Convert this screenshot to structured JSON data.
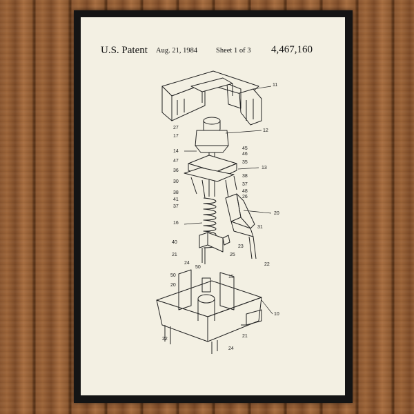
{
  "header": {
    "patent_label": "U.S. Patent",
    "date": "Aug. 21, 1984",
    "sheet": "Sheet 1 of 3",
    "patent_number": "4,467,160"
  },
  "ref_numbers": [
    "11",
    "27",
    "17",
    "12",
    "14",
    "45",
    "46",
    "47",
    "35",
    "36",
    "13",
    "38",
    "30",
    "37",
    "48",
    "38",
    "41",
    "26",
    "37",
    "20",
    "31",
    "16",
    "40",
    "23",
    "21",
    "25",
    "22",
    "24",
    "50",
    "15",
    "50",
    "20",
    "10",
    "21",
    "22",
    "24"
  ],
  "colors": {
    "paper": "#f3f0e3",
    "frame": "#141414",
    "ink": "#222222",
    "wood": "#8a5630"
  }
}
